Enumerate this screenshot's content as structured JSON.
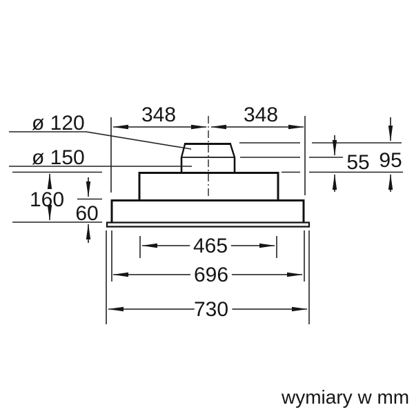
{
  "note": "wymiary w mm",
  "colors": {
    "background": "#ffffff",
    "thin_line": "#222222",
    "thick_line": "#111111"
  },
  "labels": {
    "duct_top_diameter": "ø 120",
    "duct_base_diameter": "ø 150",
    "half_width_left": "348",
    "half_width_right": "348",
    "collar_total_height": "95",
    "collar_base_height": "55",
    "body_total_height": "160",
    "body_lower_height": "60",
    "inner_width": "465",
    "body_width": "696",
    "flange_width": "730"
  }
}
